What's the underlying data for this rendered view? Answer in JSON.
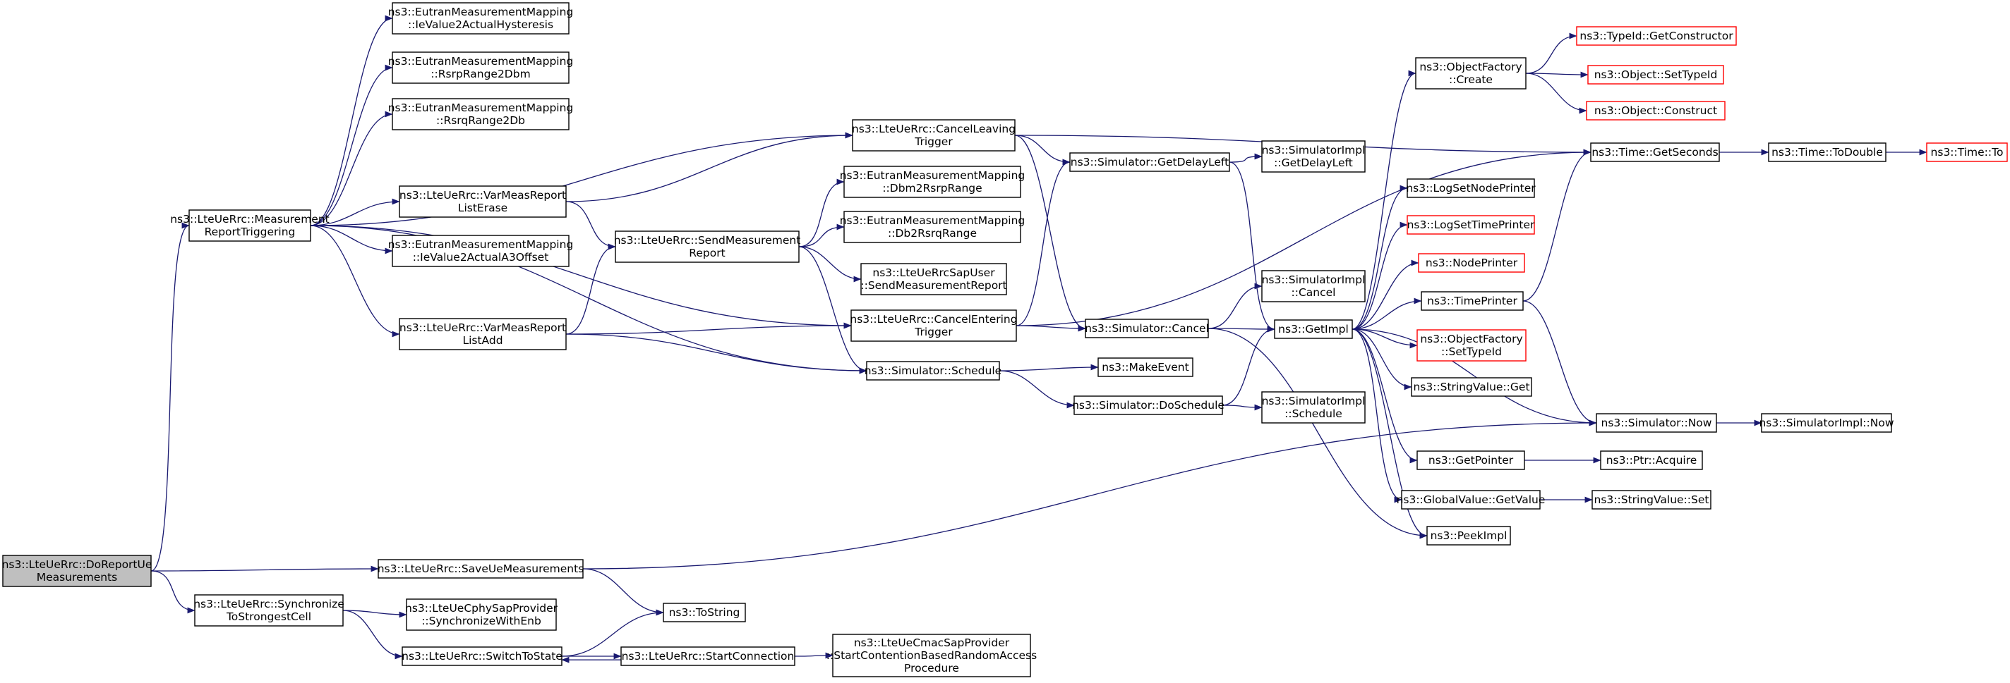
{
  "colors": {
    "edge": "#191970",
    "node_border": "#000000",
    "node_border_truncated": "#ff0000",
    "root_fill": "#bfbfbf",
    "node_fill": "#ffffff"
  },
  "nodes": [
    {
      "id": "n0",
      "lines": [
        "ns3::LteUeRrc::DoReportUe",
        "Measurements"
      ],
      "root": true
    },
    {
      "id": "n1",
      "lines": [
        "ns3::LteUeRrc::Measurement",
        "ReportTriggering"
      ]
    },
    {
      "id": "n2",
      "lines": [
        "ns3::LteUeRrc::SaveUeMeasurements"
      ]
    },
    {
      "id": "n3",
      "lines": [
        "ns3::LteUeRrc::Synchronize",
        "ToStrongestCell"
      ]
    },
    {
      "id": "n4",
      "lines": [
        "ns3::EutranMeasurementMapping",
        "::IeValue2ActualHysteresis"
      ]
    },
    {
      "id": "n5",
      "lines": [
        "ns3::EutranMeasurementMapping",
        "::RsrpRange2Dbm"
      ]
    },
    {
      "id": "n6",
      "lines": [
        "ns3::EutranMeasurementMapping",
        "::RsrqRange2Db"
      ]
    },
    {
      "id": "n7",
      "lines": [
        "ns3::LteUeRrc::VarMeasReport",
        "ListErase"
      ]
    },
    {
      "id": "n8",
      "lines": [
        "ns3::EutranMeasurementMapping",
        "::IeValue2ActualA3Offset"
      ]
    },
    {
      "id": "n9",
      "lines": [
        "ns3::LteUeRrc::VarMeasReport",
        "ListAdd"
      ]
    },
    {
      "id": "n10",
      "lines": [
        "ns3::LteUeCphySapProvider",
        "::SynchronizeWithEnb"
      ]
    },
    {
      "id": "n11",
      "lines": [
        "ns3::LteUeRrc::SwitchToState"
      ]
    },
    {
      "id": "n12",
      "lines": [
        "ns3::LteUeRrc::SendMeasurement",
        "Report"
      ]
    },
    {
      "id": "n13",
      "lines": [
        "ns3::ToString"
      ]
    },
    {
      "id": "n14",
      "lines": [
        "ns3::LteUeRrc::StartConnection"
      ]
    },
    {
      "id": "n15",
      "lines": [
        "ns3::LteUeRrc::CancelLeaving",
        "Trigger"
      ]
    },
    {
      "id": "n16",
      "lines": [
        "ns3::EutranMeasurementMapping",
        "::Dbm2RsrpRange"
      ]
    },
    {
      "id": "n17",
      "lines": [
        "ns3::EutranMeasurementMapping",
        "::Db2RsrqRange"
      ]
    },
    {
      "id": "n18",
      "lines": [
        "ns3::LteUeRrcSapUser",
        "::SendMeasurementReport"
      ]
    },
    {
      "id": "n19",
      "lines": [
        "ns3::LteUeRrc::CancelEntering",
        "Trigger"
      ]
    },
    {
      "id": "n20",
      "lines": [
        "ns3::Simulator::Schedule"
      ]
    },
    {
      "id": "n21",
      "lines": [
        "ns3::LteUeCmacSapProvider",
        "::StartContentionBasedRandomAccess",
        "Procedure"
      ]
    },
    {
      "id": "n22",
      "lines": [
        "ns3::Simulator::GetDelayLeft"
      ]
    },
    {
      "id": "n23",
      "lines": [
        "ns3::Simulator::Cancel"
      ]
    },
    {
      "id": "n24",
      "lines": [
        "ns3::MakeEvent"
      ]
    },
    {
      "id": "n25",
      "lines": [
        "ns3::Simulator::DoSchedule"
      ]
    },
    {
      "id": "n26",
      "lines": [
        "ns3::SimulatorImpl",
        "::GetDelayLeft"
      ]
    },
    {
      "id": "n27",
      "lines": [
        "ns3::SimulatorImpl",
        "::Cancel"
      ]
    },
    {
      "id": "n28",
      "lines": [
        "ns3::GetImpl"
      ]
    },
    {
      "id": "n29",
      "lines": [
        "ns3::SimulatorImpl",
        "::Schedule"
      ]
    },
    {
      "id": "n30",
      "lines": [
        "ns3::ObjectFactory",
        "::Create"
      ]
    },
    {
      "id": "n31",
      "lines": [
        "ns3::LogSetNodePrinter"
      ]
    },
    {
      "id": "n32",
      "lines": [
        "ns3::LogSetTimePrinter"
      ],
      "truncated": true
    },
    {
      "id": "n33",
      "lines": [
        "ns3::NodePrinter"
      ],
      "truncated": true
    },
    {
      "id": "n34",
      "lines": [
        "ns3::TimePrinter"
      ]
    },
    {
      "id": "n35",
      "lines": [
        "ns3::ObjectFactory",
        "::SetTypeId"
      ],
      "truncated": true
    },
    {
      "id": "n36",
      "lines": [
        "ns3::StringValue::Get"
      ]
    },
    {
      "id": "n37",
      "lines": [
        "ns3::GetPointer"
      ]
    },
    {
      "id": "n38",
      "lines": [
        "ns3::GlobalValue::GetValue"
      ]
    },
    {
      "id": "n39",
      "lines": [
        "ns3::PeekImpl"
      ]
    },
    {
      "id": "n40",
      "lines": [
        "ns3::TypeId::GetConstructor"
      ],
      "truncated": true
    },
    {
      "id": "n41",
      "lines": [
        "ns3::Object::SetTypeId"
      ],
      "truncated": true
    },
    {
      "id": "n42",
      "lines": [
        "ns3::Object::Construct"
      ],
      "truncated": true
    },
    {
      "id": "n43",
      "lines": [
        "ns3::Time::GetSeconds"
      ]
    },
    {
      "id": "n44",
      "lines": [
        "ns3::Simulator::Now"
      ]
    },
    {
      "id": "n45",
      "lines": [
        "ns3::Ptr::Acquire"
      ]
    },
    {
      "id": "n46",
      "lines": [
        "ns3::StringValue::Set"
      ]
    },
    {
      "id": "n47",
      "lines": [
        "ns3::Time::ToDouble"
      ]
    },
    {
      "id": "n48",
      "lines": [
        "ns3::SimulatorImpl::Now"
      ]
    },
    {
      "id": "n49",
      "lines": [
        "ns3::Time::To"
      ],
      "truncated": true
    }
  ],
  "edges": [
    [
      "n0",
      "n1"
    ],
    [
      "n0",
      "n2"
    ],
    [
      "n0",
      "n3"
    ],
    [
      "n1",
      "n4"
    ],
    [
      "n1",
      "n5"
    ],
    [
      "n1",
      "n6"
    ],
    [
      "n1",
      "n7"
    ],
    [
      "n1",
      "n8"
    ],
    [
      "n1",
      "n9"
    ],
    [
      "n1",
      "n15"
    ],
    [
      "n1",
      "n19"
    ],
    [
      "n1",
      "n20"
    ],
    [
      "n2",
      "n13"
    ],
    [
      "n2",
      "n44"
    ],
    [
      "n3",
      "n10"
    ],
    [
      "n3",
      "n11"
    ],
    [
      "n7",
      "n12"
    ],
    [
      "n7",
      "n15"
    ],
    [
      "n9",
      "n12"
    ],
    [
      "n9",
      "n19"
    ],
    [
      "n9",
      "n20"
    ],
    [
      "n11",
      "n13"
    ],
    [
      "n11",
      "n14"
    ],
    [
      "n12",
      "n16"
    ],
    [
      "n12",
      "n17"
    ],
    [
      "n12",
      "n18"
    ],
    [
      "n12",
      "n20"
    ],
    [
      "n14",
      "n11"
    ],
    [
      "n14",
      "n21"
    ],
    [
      "n15",
      "n22"
    ],
    [
      "n15",
      "n23"
    ],
    [
      "n15",
      "n43"
    ],
    [
      "n19",
      "n22"
    ],
    [
      "n19",
      "n23"
    ],
    [
      "n19",
      "n43"
    ],
    [
      "n20",
      "n24"
    ],
    [
      "n20",
      "n25"
    ],
    [
      "n22",
      "n26"
    ],
    [
      "n22",
      "n28"
    ],
    [
      "n23",
      "n27"
    ],
    [
      "n23",
      "n28"
    ],
    [
      "n23",
      "n39"
    ],
    [
      "n25",
      "n28"
    ],
    [
      "n25",
      "n29"
    ],
    [
      "n28",
      "n30"
    ],
    [
      "n28",
      "n31"
    ],
    [
      "n28",
      "n32"
    ],
    [
      "n28",
      "n33"
    ],
    [
      "n28",
      "n34"
    ],
    [
      "n28",
      "n35"
    ],
    [
      "n28",
      "n36"
    ],
    [
      "n28",
      "n37"
    ],
    [
      "n28",
      "n38"
    ],
    [
      "n28",
      "n39"
    ],
    [
      "n28",
      "n44"
    ],
    [
      "n30",
      "n40"
    ],
    [
      "n30",
      "n41"
    ],
    [
      "n30",
      "n42"
    ],
    [
      "n34",
      "n43"
    ],
    [
      "n34",
      "n44"
    ],
    [
      "n37",
      "n45"
    ],
    [
      "n38",
      "n46"
    ],
    [
      "n43",
      "n47"
    ],
    [
      "n44",
      "n48"
    ],
    [
      "n47",
      "n49"
    ]
  ]
}
